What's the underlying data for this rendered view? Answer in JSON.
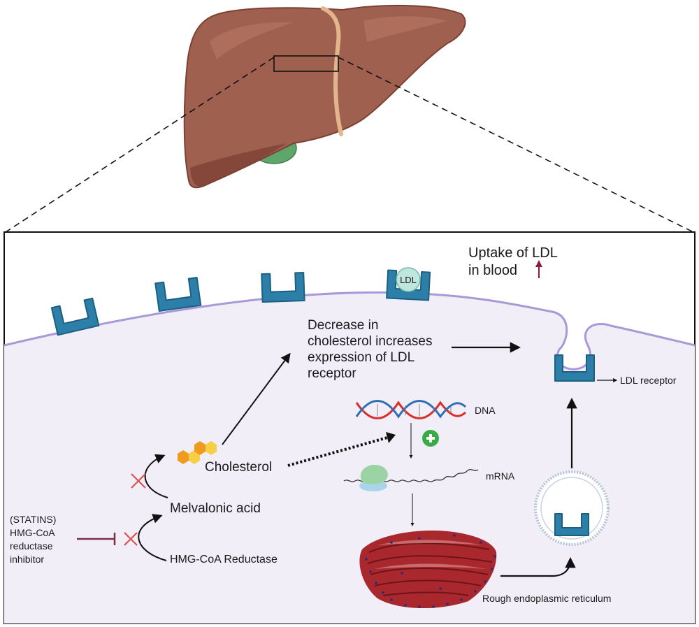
{
  "labels": {
    "uptake_line1": "Uptake of LDL",
    "uptake_line2": "in blood",
    "ldl_particle": "LDL",
    "decrease_line1": "Decrease in",
    "decrease_line2": "cholesterol increases",
    "decrease_line3": "expression of  LDL",
    "decrease_line4": "receptor",
    "ldl_receptor": "LDL receptor",
    "dna": "DNA",
    "mrna": "mRNA",
    "cholesterol": "Cholesterol",
    "mevalonic_acid": "Melvalonic acid",
    "hmg_coa_reductase": "HMG-CoA Reductase",
    "statins_line1": "(STATINS)",
    "statins_line2": "HMG-CoA",
    "statins_line3": "reductase",
    "statins_line4": "inhibitor",
    "rough_er": "Rough endoplasmic reticulum"
  },
  "colors": {
    "liver": "#a0604f",
    "liver_dark": "#7d4134",
    "gallbladder": "#5fa66a",
    "ligament": "#e3b58d",
    "cell_fill": "#f1eef8",
    "membrane": "#a79ad6",
    "receptor": "#2c7fa8",
    "receptor_dark": "#1d5f80",
    "ldl": "#bfe6dd",
    "dna_red": "#d8302c",
    "dna_blue": "#2f6fb3",
    "plus_green": "#3aaa47",
    "inhibit": "#7a2d45",
    "cross": "#d9534f",
    "cholesterol_orange": "#ee9b1f",
    "cholesterol_yellow": "#f6cf47",
    "er_red": "#a8282e",
    "uptake_arrow": "#8c1d3a"
  },
  "icons": [
    "liver-organ",
    "gallbladder-icon",
    "ldl-receptor-icon",
    "ldl-particle-icon",
    "dna-helix-icon",
    "mrna-strand-icon",
    "ribosome-icon",
    "plus-icon",
    "cross-icon",
    "inhibition-tbar-icon",
    "cholesterol-molecule-icon",
    "rough-er-icon",
    "vesicle-icon",
    "up-arrow-icon"
  ]
}
